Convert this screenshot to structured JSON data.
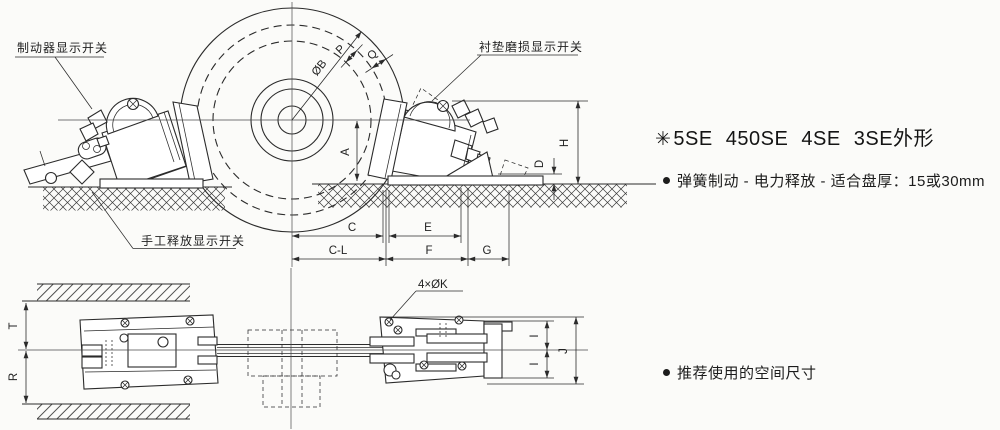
{
  "meta": {
    "description": "Disc brake caliper technical datasheet drawing, front view and plan view",
    "background_color": "#fbfbf9",
    "line_color": "#2b2b2b"
  },
  "front_view": {
    "callouts": {
      "brake_switch": "制动器显示开关",
      "pad_wear_switch": "衬垫磨损显示开关",
      "manual_release_switch": "手工释放显示开关"
    },
    "dims": {
      "diameter": "ØB",
      "p": "P",
      "q": "Q",
      "a": "A",
      "h": "H",
      "d": "D",
      "c": "C",
      "c_minus_l": "C-L",
      "e": "E",
      "f": "F",
      "g": "G"
    }
  },
  "bottom_view": {
    "dims": {
      "t": "T",
      "r": "R",
      "i_upper": "I",
      "i_lower": "I",
      "j": "J",
      "bolt_holes": "4×ØK"
    }
  },
  "notes": {
    "title_marker": "✳",
    "title": "5SE 450SE 4SE 3SE外形",
    "bullet1": "弹簧制动 - 电力释放 - 适合盘厚：15或30mm",
    "bullet2": "推荐使用的空间尺寸"
  }
}
